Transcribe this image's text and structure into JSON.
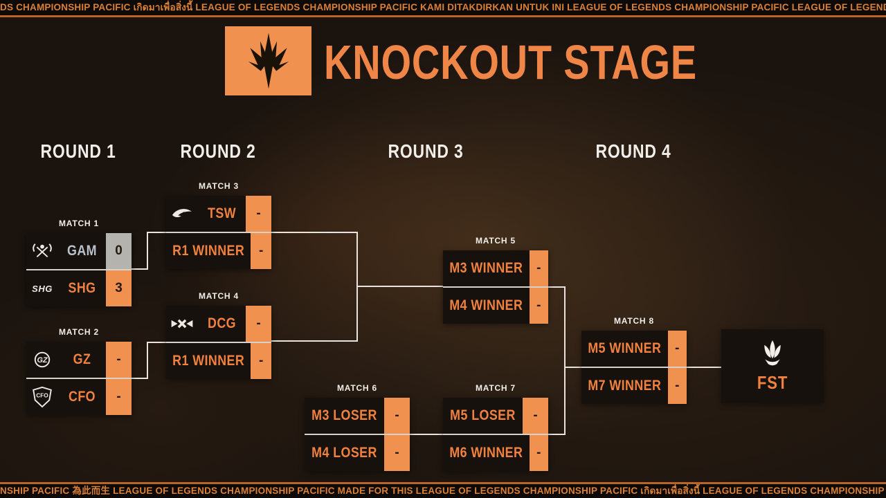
{
  "ticker_top": "DS CHAMPIONSHIP PACIFIC  เกิดมาเพื่อสิ่งนี้  LEAGUE OF LEGENDS CHAMPIONSHIP PACIFIC  KAMI DITAKDIRKAN UNTUK INI  LEAGUE OF LEGENDS CHAMPIONSHIP PACIFIC LEAGUE OF LEGENDS C",
  "ticker_bottom": "NSHIP PACIFIC  為此而生  LEAGUE OF LEGENDS CHAMPIONSHIP PACIFIC  MADE FOR THIS  LEAGUE OF LEGENDS CHAMPIONSHIP PACIFIC  เกิดมาเพื่อสิ่งนี้  LEAGUE OF LEGENDS CHAMPIONSHIP PA",
  "title": "KNOCKOUT STAGE",
  "rounds": [
    "ROUND 1",
    "ROUND 2",
    "ROUND 3",
    "ROUND 4"
  ],
  "matches": [
    {
      "label": "MATCH 1",
      "teams": [
        {
          "name": "GAM",
          "score": "0"
        },
        {
          "name": "SHG",
          "score": "3"
        }
      ]
    },
    {
      "label": "MATCH 2",
      "teams": [
        {
          "name": "GZ",
          "score": "-"
        },
        {
          "name": "CFO",
          "score": "-"
        }
      ]
    },
    {
      "label": "MATCH 3",
      "teams": [
        {
          "name": "TSW",
          "score": "-"
        },
        {
          "name": "R1 WINNER",
          "score": "-"
        }
      ]
    },
    {
      "label": "MATCH 4",
      "teams": [
        {
          "name": "DCG",
          "score": "-"
        },
        {
          "name": "R1 WINNER",
          "score": "-"
        }
      ]
    },
    {
      "label": "MATCH 5",
      "teams": [
        {
          "name": "M3 WINNER",
          "score": "-"
        },
        {
          "name": "M4 WINNER",
          "score": "-"
        }
      ]
    },
    {
      "label": "MATCH 6",
      "teams": [
        {
          "name": "M3 LOSER",
          "score": "-"
        },
        {
          "name": "M4 LOSER",
          "score": "-"
        }
      ]
    },
    {
      "label": "MATCH 7",
      "teams": [
        {
          "name": "M5 LOSER",
          "score": "-"
        },
        {
          "name": "M6 WINNER",
          "score": "-"
        }
      ]
    },
    {
      "label": "MATCH 8",
      "teams": [
        {
          "name": "M5 WINNER",
          "score": "-"
        },
        {
          "name": "M7 WINNER",
          "score": "-"
        }
      ]
    }
  ],
  "champion": {
    "name": "FST"
  },
  "logo_text": {
    "shg": "SHG"
  },
  "colors": {
    "accent_orange": "#EF8546",
    "score_box_orange": "#F0914F",
    "score_box_gray": "#B4B3AE",
    "team_text_orange": "#F0813E",
    "gam_text_silver": "#B9C1CB",
    "ticker_orange": "#DB8036",
    "background_dark": "#1A130E",
    "row_dark": "#16110D",
    "line_white": "#E9E5DE"
  }
}
